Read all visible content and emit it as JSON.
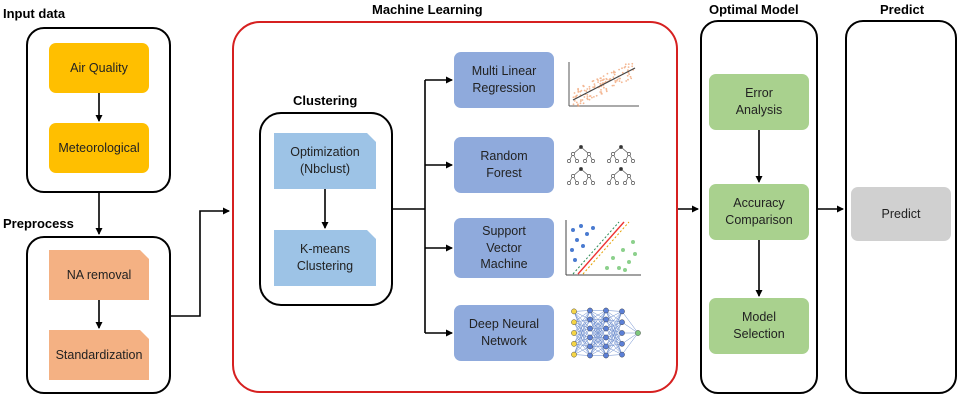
{
  "headings": {
    "input_data": "Input data",
    "preprocess": "Preprocess",
    "machine_learning": "Machine Learning",
    "clustering": "Clustering",
    "optimal_model": "Optimal Model",
    "predict": "Predict"
  },
  "input": {
    "air_quality": "Air Quality",
    "meteorological": "Meteorological"
  },
  "preprocess": {
    "na_removal": "NA removal",
    "standardization": "Standardization"
  },
  "clustering": {
    "optimization": "Optimization\n(Nbclust)",
    "kmeans": "K-means\nClustering"
  },
  "models": {
    "mlr": "Multi Linear\nRegression",
    "rf": "Random\nForest",
    "svm": "Support\nVector\nMachine",
    "dnn": "Deep Neural\nNetwork"
  },
  "optimal": {
    "error_analysis": "Error\nAnalysis",
    "accuracy_comparison": "Accuracy\nComparison",
    "model_selection": "Model\nSelection"
  },
  "predict": {
    "predict_box": "Predict"
  },
  "colors": {
    "yellow": "#ffbf00",
    "orange": "#f4b183",
    "light_blue": "#9dc3e6",
    "blue": "#8faadc",
    "green": "#a9d18e",
    "gray": "#d0d0d0",
    "red_border": "#d62020"
  },
  "icons": {
    "mlr": "scatter-regression-icon",
    "rf": "tree-ensemble-icon",
    "svm": "svm-margin-icon",
    "dnn": "neural-network-icon"
  }
}
